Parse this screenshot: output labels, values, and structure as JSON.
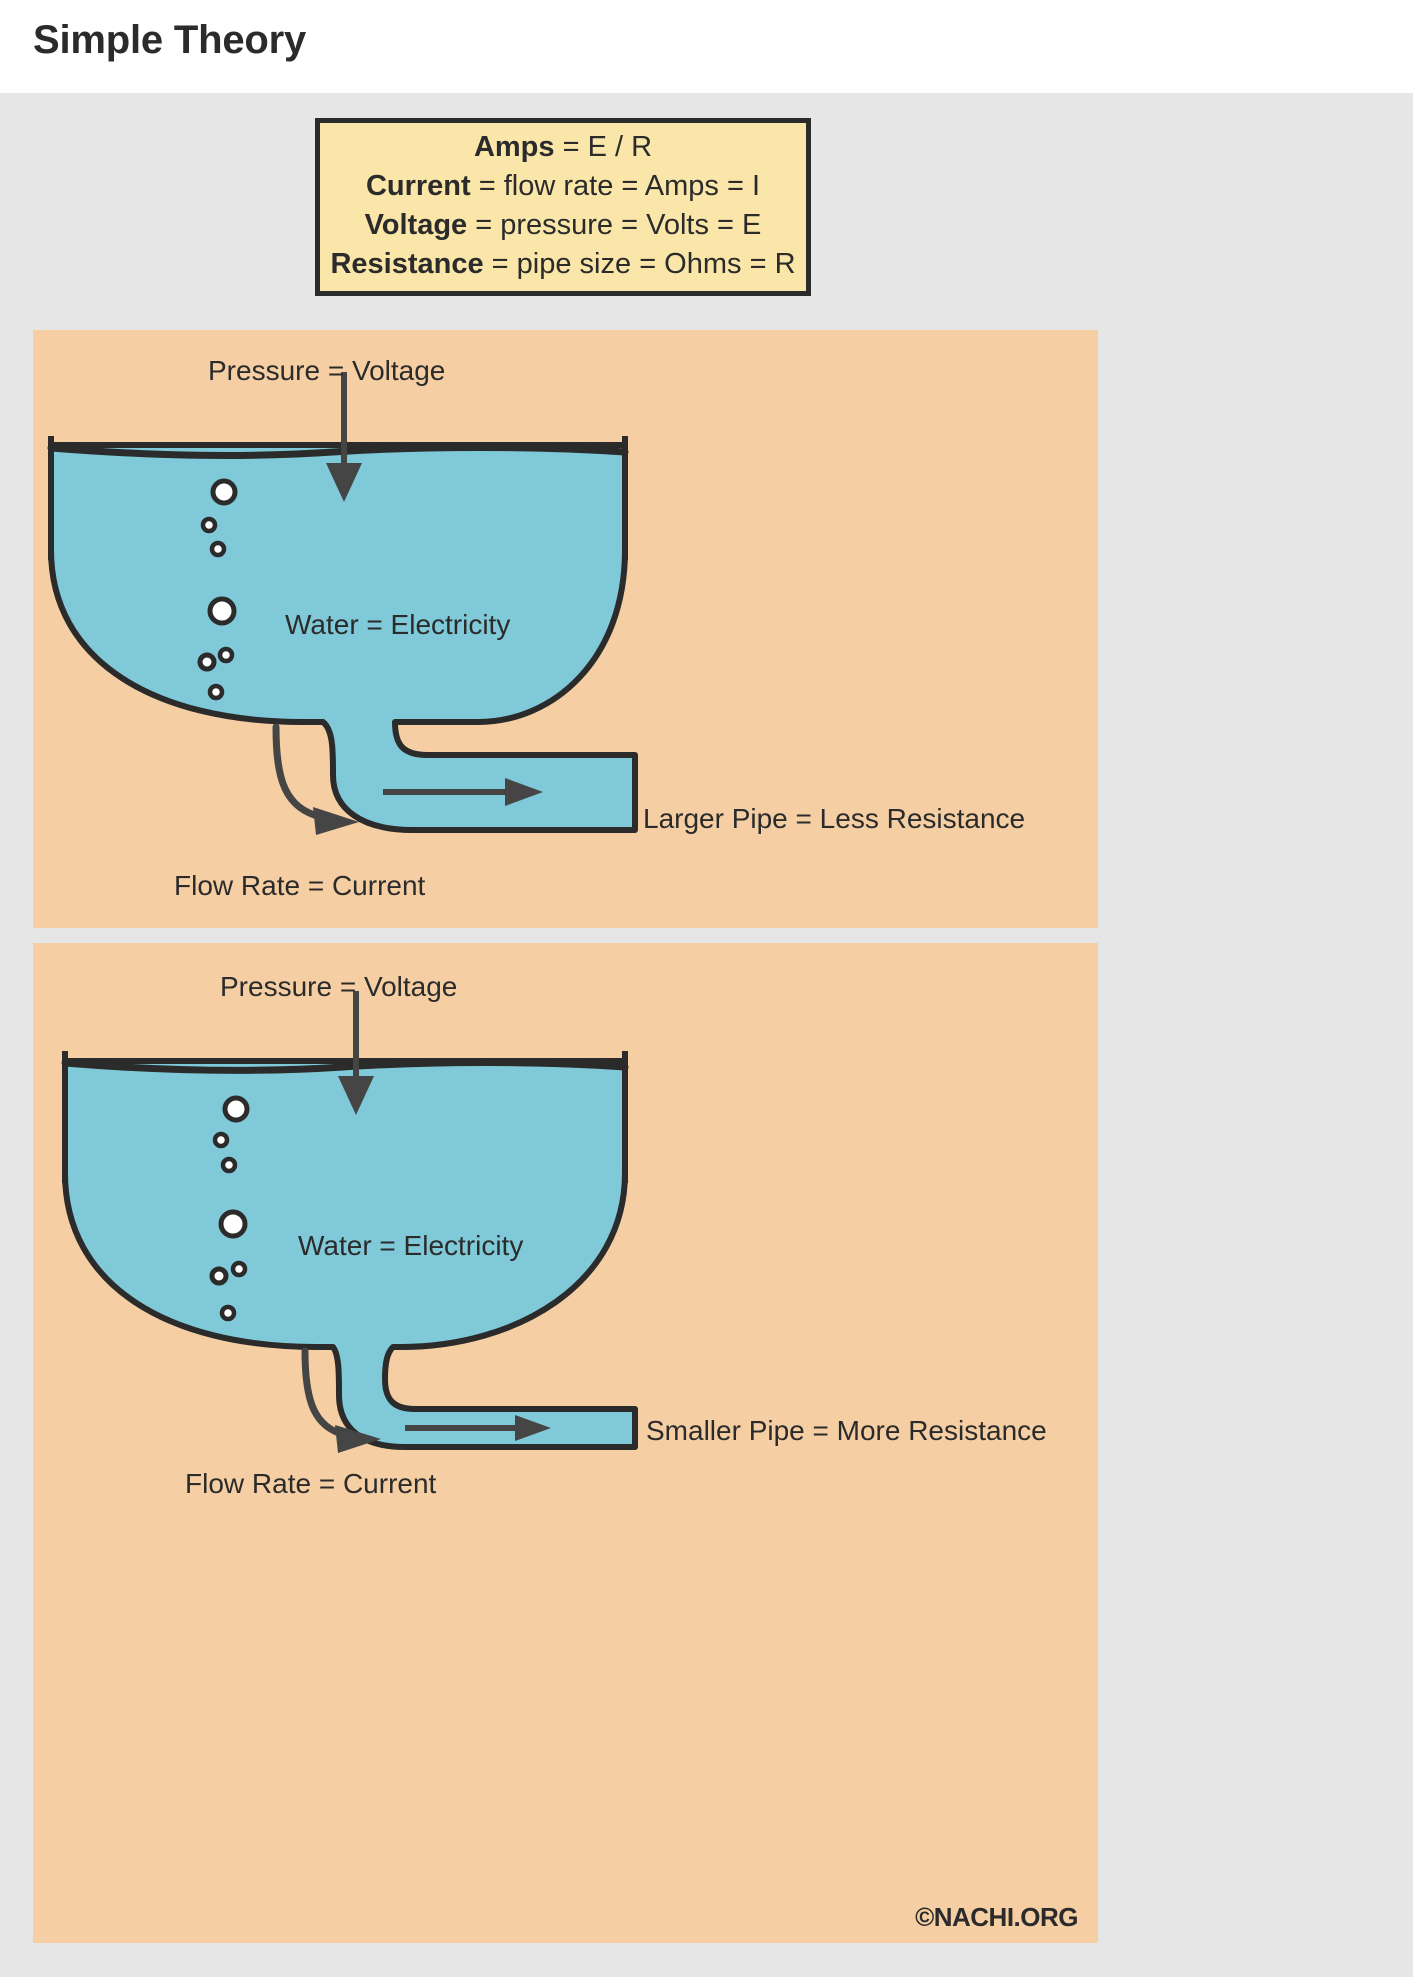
{
  "page": {
    "title": "Simple Theory",
    "watermark": "©NACHI.ORG"
  },
  "colors": {
    "background": "#ffffff",
    "panel_gray": "#e6e6e6",
    "formula_fill": "#fae6a8",
    "formula_border": "#2b2b2b",
    "diagram_background": "#f5cfa3",
    "water_fill": "#7fc9d8",
    "outline": "#2b2b2b",
    "text": "#2b2b2b",
    "bubble_fill": "#ffffff"
  },
  "formula_box": {
    "lines": [
      {
        "bold": "Amps",
        "rest": " = E / R"
      },
      {
        "bold": "Current",
        "rest": " = flow rate = Amps = I"
      },
      {
        "bold": "Voltage",
        "rest": " = pressure = Volts = E"
      },
      {
        "bold": "Resistance",
        "rest": " = pipe size = Ohms = R"
      }
    ]
  },
  "diagrams": [
    {
      "id": "larger-pipe",
      "pressure_label": "Pressure = Voltage",
      "water_label": "Water = Electricity",
      "flow_label": "Flow Rate = Current",
      "pipe_label": "Larger Pipe = Less Resistance",
      "pipe_size": "larger"
    },
    {
      "id": "smaller-pipe",
      "pressure_label": "Pressure = Voltage",
      "water_label": "Water = Electricity",
      "flow_label": "Flow Rate = Current",
      "pipe_label": "Smaller Pipe = More Resistance",
      "pipe_size": "smaller"
    }
  ],
  "icons": {
    "down_arrow": "pressure-arrow-icon",
    "flow_arrow": "flow-arrow-icon",
    "bubble": "bubble-icon"
  }
}
